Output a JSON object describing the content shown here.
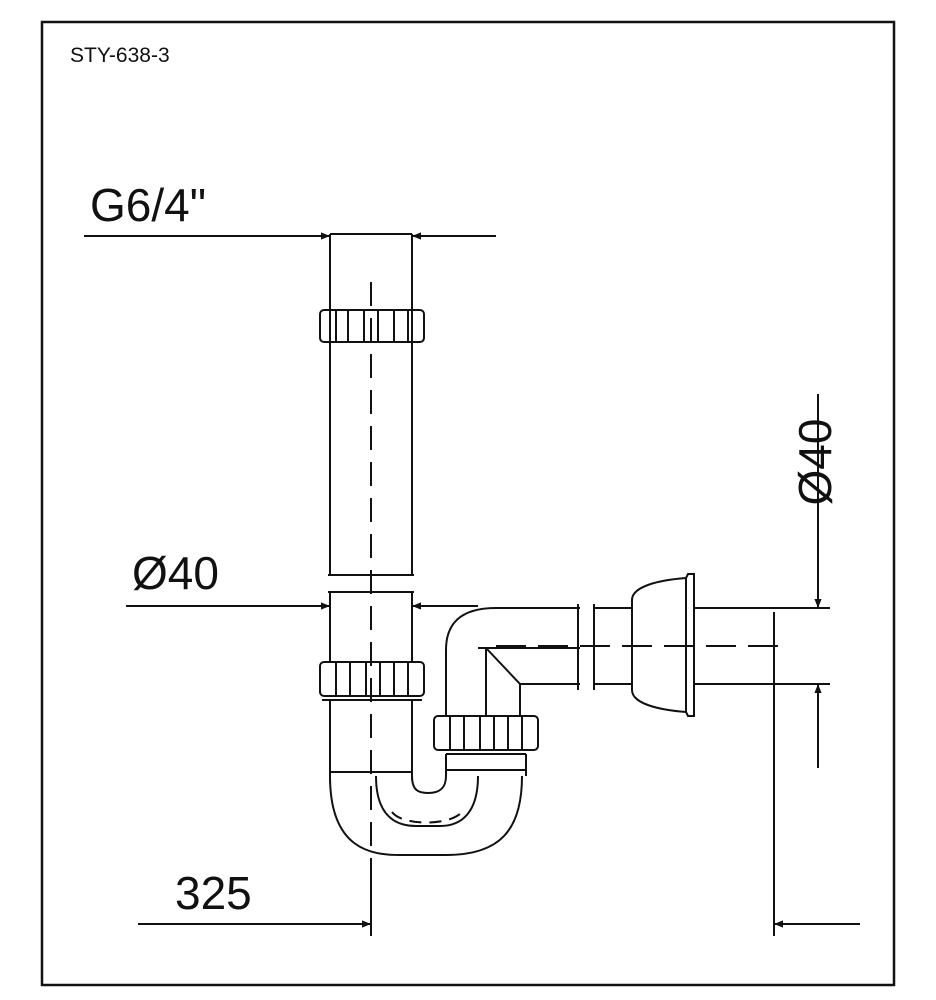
{
  "model_code": "STY-638-3",
  "dimensions": {
    "top_thread": "G6/4\"",
    "vertical_pipe_diameter": "Ø40",
    "outlet_diameter": "Ø40",
    "overall_length": "325"
  },
  "colors": {
    "line": "#111111",
    "background": "#ffffff"
  }
}
